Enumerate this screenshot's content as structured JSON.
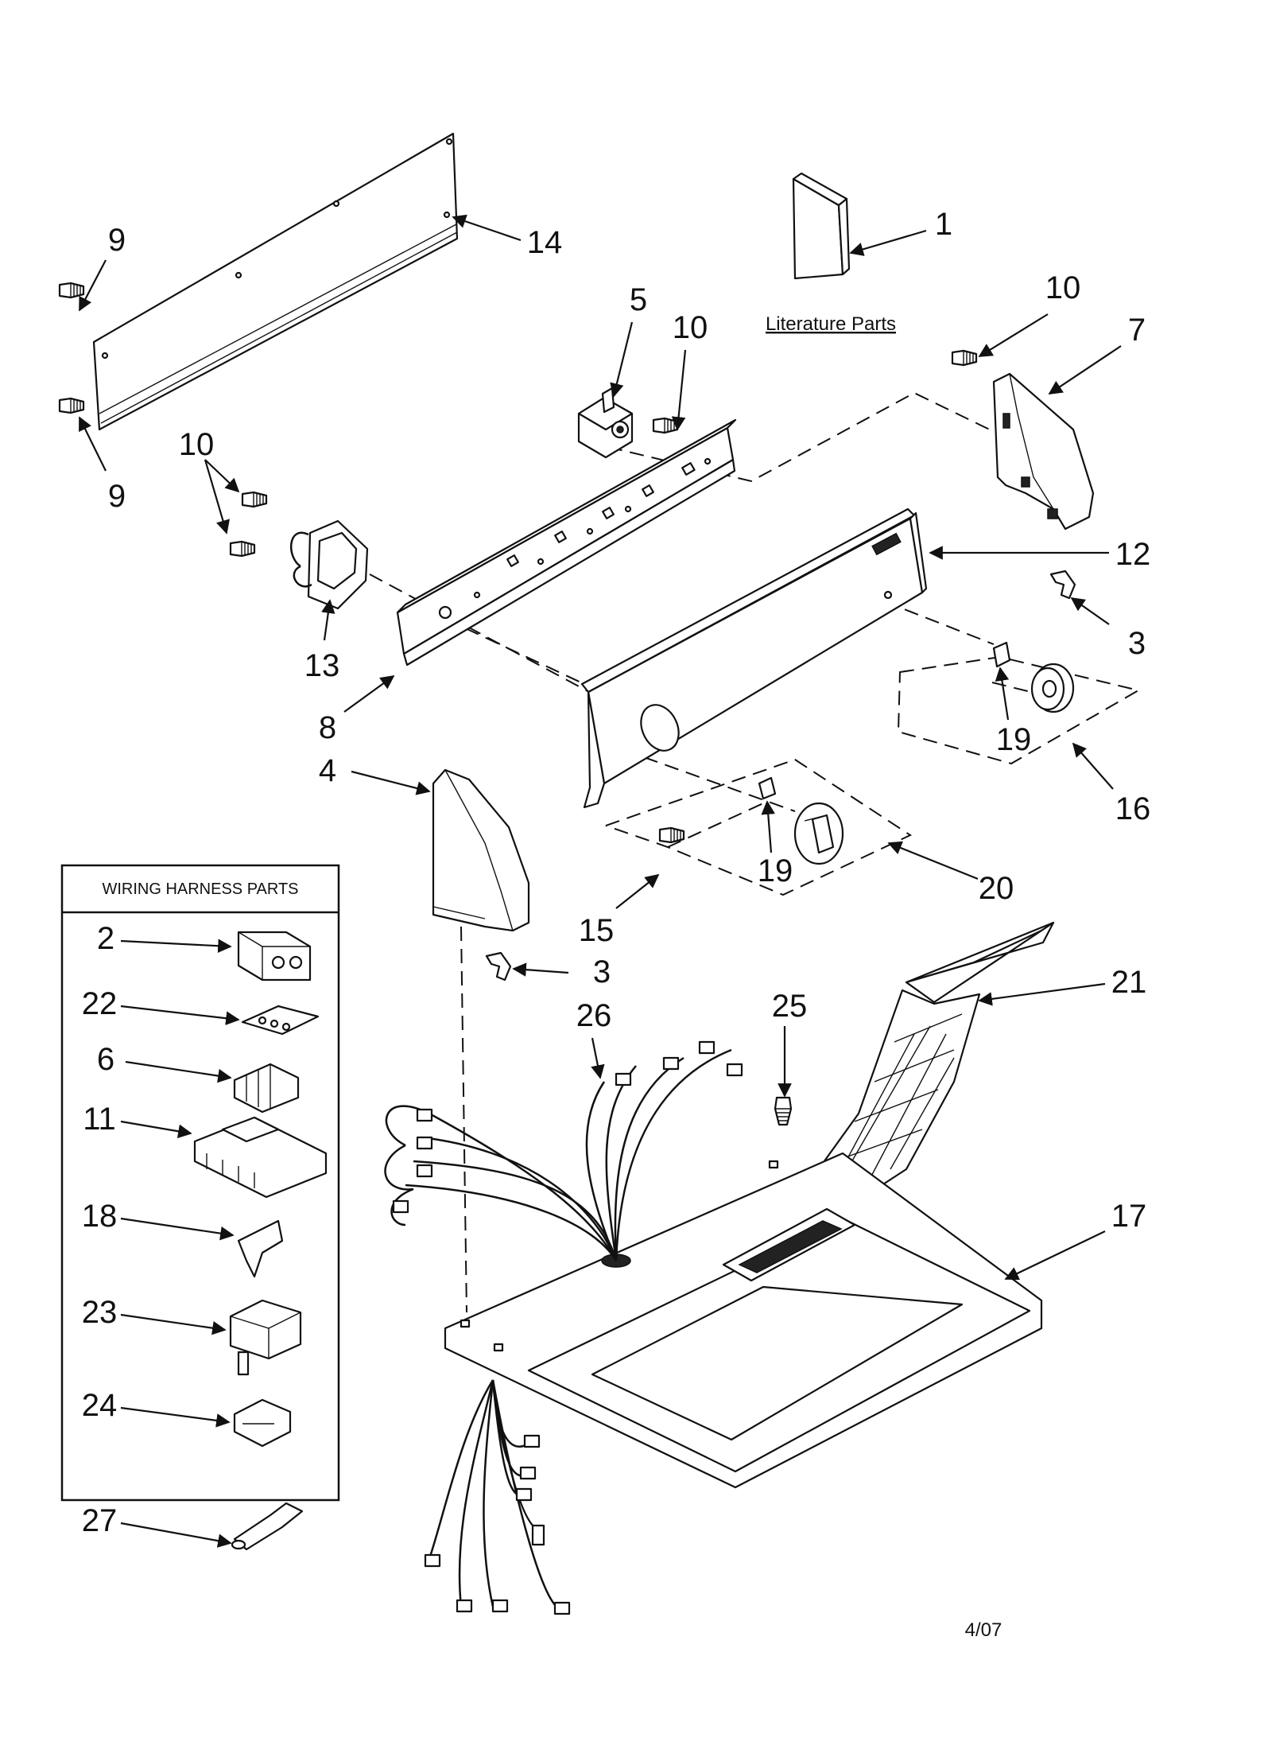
{
  "diagram": {
    "date_code": "4/07",
    "literature_label": "Literature Parts",
    "wiring_box_title": "WIRING HARNESS PARTS",
    "callouts": {
      "c1": "1",
      "c2": "2",
      "c3a": "3",
      "c3b": "3",
      "c4": "4",
      "c5": "5",
      "c6": "6",
      "c7": "7",
      "c8": "8",
      "c9a": "9",
      "c9b": "9",
      "c10a": "10",
      "c10b": "10",
      "c10c": "10",
      "c11": "11",
      "c12": "12",
      "c13": "13",
      "c14": "14",
      "c15": "15",
      "c16": "16",
      "c17": "17",
      "c18": "18",
      "c19a": "19",
      "c19b": "19",
      "c20": "20",
      "c21": "21",
      "c22": "22",
      "c23": "23",
      "c24": "24",
      "c25": "25",
      "c26": "26",
      "c27": "27"
    }
  }
}
